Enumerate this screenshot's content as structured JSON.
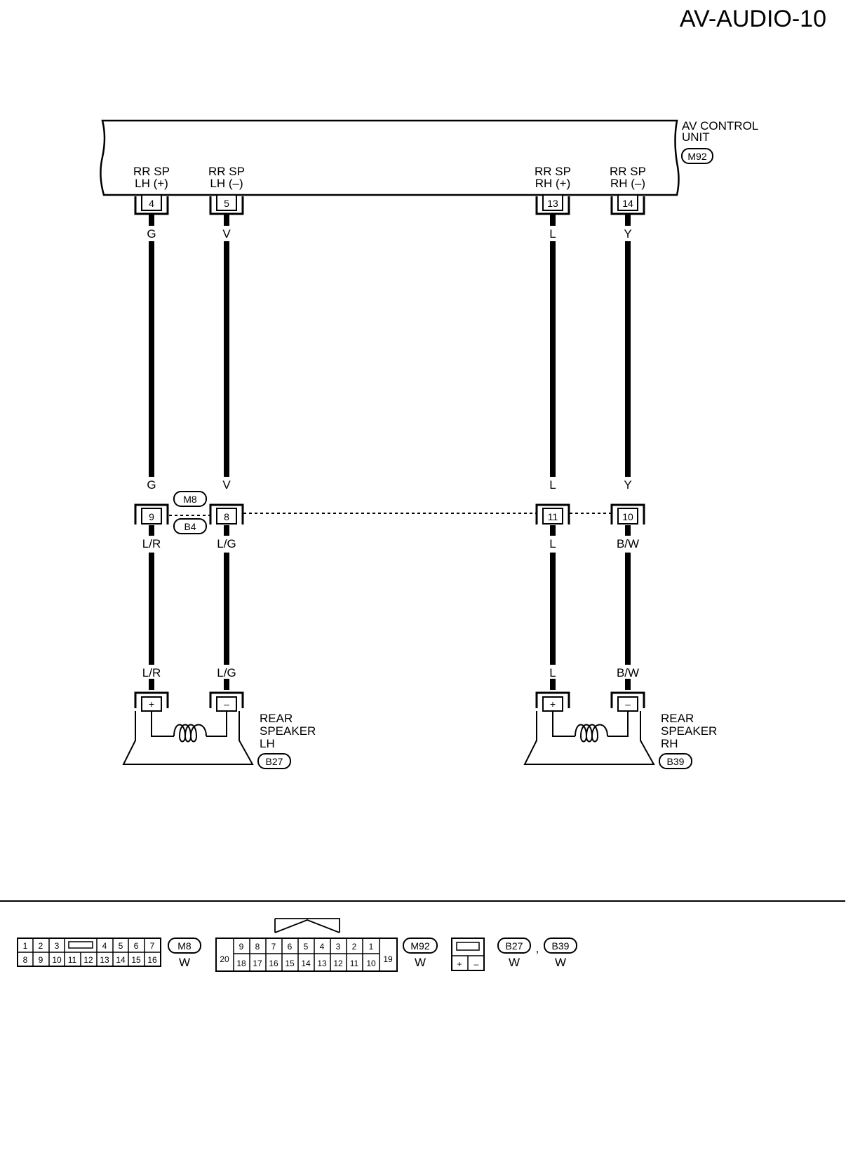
{
  "page_title": "AV-AUDIO-10",
  "av_unit": {
    "name_line1": "AV CONTROL",
    "name_line2": "UNIT",
    "connector": "M92"
  },
  "terminals": [
    {
      "label1": "RR SP",
      "label2": "LH (+)",
      "pin": "4",
      "wire_top": "G",
      "wire_mid_upper": "G",
      "wire_mid_lower": "L/R",
      "wire_bottom": "L/R",
      "joint_pin": "9"
    },
    {
      "label1": "RR SP",
      "label2": "LH (–)",
      "pin": "5",
      "wire_top": "V",
      "wire_mid_upper": "V",
      "wire_mid_lower": "L/G",
      "wire_bottom": "L/G",
      "joint_pin": "8"
    },
    {
      "label1": "RR SP",
      "label2": "RH (+)",
      "pin": "13",
      "wire_top": "L",
      "wire_mid_upper": "L",
      "wire_mid_lower": "L",
      "wire_bottom": "L",
      "joint_pin": "11"
    },
    {
      "label1": "RR SP",
      "label2": "RH (–)",
      "pin": "14",
      "wire_top": "Y",
      "wire_mid_upper": "Y",
      "wire_mid_lower": "B/W",
      "wire_bottom": "B/W",
      "joint_pin": "10"
    }
  ],
  "joint_connectors": {
    "upper": "M8",
    "lower": "B4"
  },
  "speakers": [
    {
      "name_line1": "REAR",
      "name_line2": "SPEAKER",
      "name_line3": "LH",
      "connector": "B27",
      "plus": "+",
      "minus": "–"
    },
    {
      "name_line1": "REAR",
      "name_line2": "SPEAKER",
      "name_line3": "RH",
      "connector": "B39",
      "plus": "+",
      "minus": "–"
    }
  ],
  "connector_views": {
    "m8": {
      "id": "M8",
      "color": "W",
      "top_row_left": [
        "1",
        "2",
        "3"
      ],
      "top_row_right": [
        "4",
        "5",
        "6",
        "7"
      ],
      "bottom_row": [
        "8",
        "9",
        "10",
        "11",
        "12",
        "13",
        "14",
        "15",
        "16"
      ]
    },
    "m92": {
      "id": "M92",
      "color": "W",
      "top_row": [
        "9",
        "8",
        "7",
        "6",
        "5",
        "4",
        "3",
        "2",
        "1"
      ],
      "bottom_row": [
        "18",
        "17",
        "16",
        "15",
        "14",
        "13",
        "12",
        "11",
        "10"
      ],
      "left_pin": "20",
      "right_pin": "19"
    },
    "spk": {
      "ids": [
        "B27",
        "B39"
      ],
      "separator": ",",
      "colors": [
        "W",
        "W"
      ],
      "plus": "+",
      "minus": "–"
    }
  }
}
